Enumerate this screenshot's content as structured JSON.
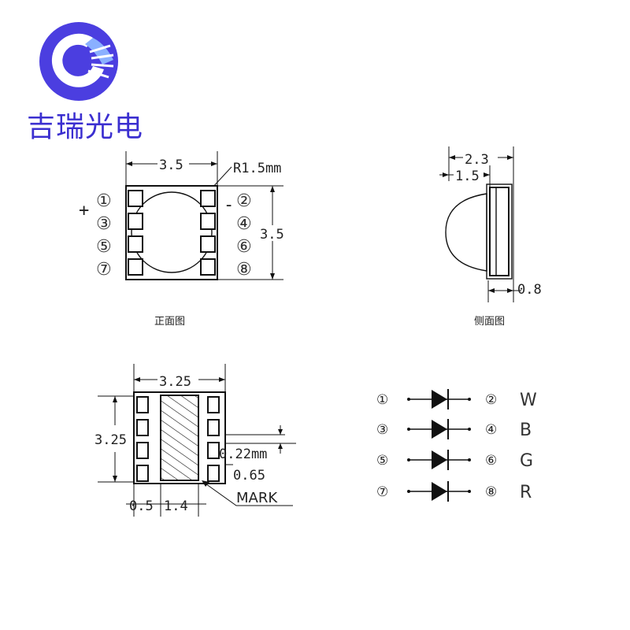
{
  "brand": {
    "name": "吉瑞光电",
    "logo_color": "#4b3ee0",
    "text_color": "#3b2fd0"
  },
  "front_view": {
    "caption": "正面图",
    "width_label": "3.5",
    "height_label": "3.5",
    "radius_label": "R1.5mm",
    "plus_sign": "+",
    "minus_sign": "-",
    "pins_left": [
      "①",
      "③",
      "⑤",
      "⑦"
    ],
    "pins_right": [
      "②",
      "④",
      "⑥",
      "⑧"
    ]
  },
  "side_view": {
    "caption": "侧面图",
    "total_label": "2.3",
    "dome_label": "1.5",
    "base_label": "0.8"
  },
  "bottom_view": {
    "width_label": "3.25",
    "height_label": "3.25",
    "pad_width_label": "0.22mm",
    "pad_pitch_label": "0.65",
    "pad_left_label": "0.5",
    "center_pad_label": "1.4",
    "mark_label": "MARK"
  },
  "schematic": {
    "channels": [
      {
        "anode": "①",
        "cathode": "②",
        "color": "W"
      },
      {
        "anode": "③",
        "cathode": "④",
        "color": "B"
      },
      {
        "anode": "⑤",
        "cathode": "⑥",
        "color": "G"
      },
      {
        "anode": "⑦",
        "cathode": "⑧",
        "color": "R"
      }
    ]
  }
}
